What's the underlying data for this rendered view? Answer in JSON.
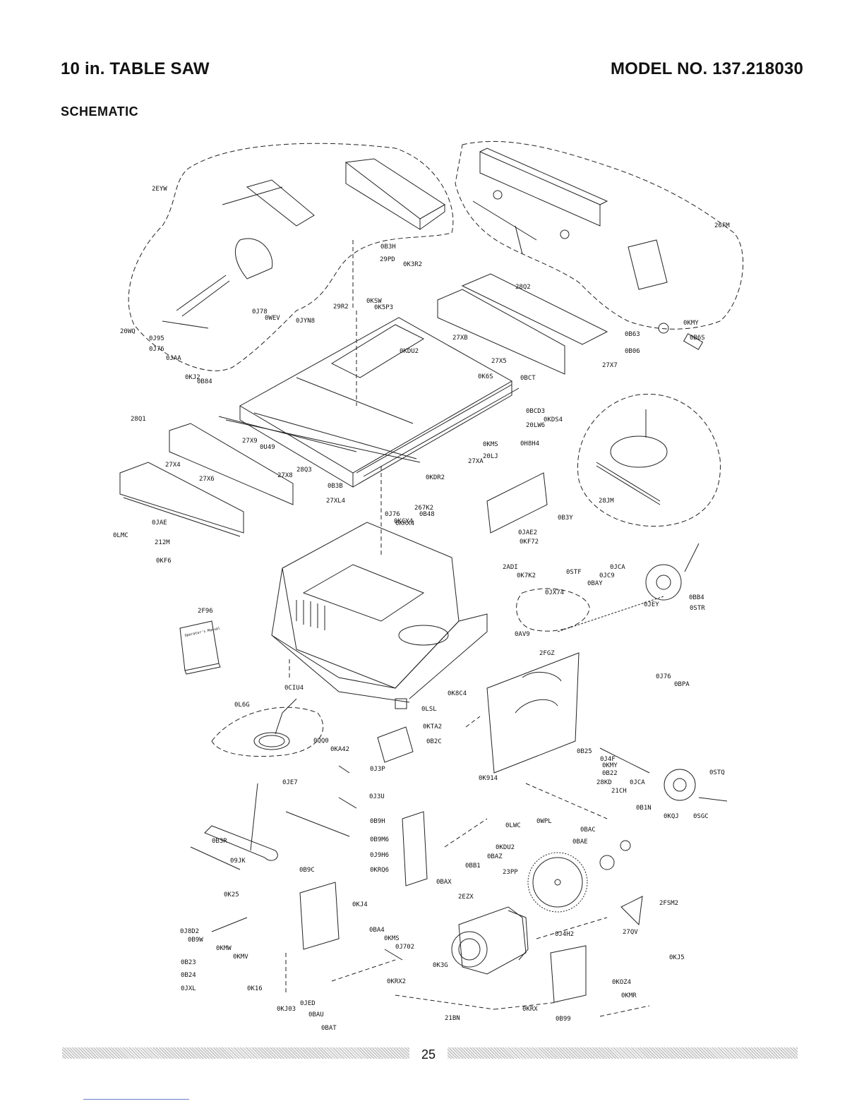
{
  "header": {
    "title": "10 in. TABLE SAW",
    "model": "MODEL NO. 137.218030"
  },
  "section": "SCHEMATIC",
  "manual_cover": {
    "text": "Operator's Manual"
  },
  "page_number": "25",
  "labels": [
    "2EYW",
    "26FM",
    "0B3H",
    "29PD",
    "0K3R2",
    "28Q2",
    "0KSW",
    "0K5P3",
    "29R2",
    "0J78",
    "0WEV",
    "0JYN8",
    "20WQ",
    "0J95",
    "0J76",
    "0JAA",
    "0KJ2",
    "0B84",
    "0KDU2",
    "27XB",
    "27X5",
    "0K6S",
    "0BCT",
    "0B63",
    "0B06",
    "27X7",
    "0KMY",
    "0B6S",
    "28Q1",
    "27X9",
    "0U49",
    "27X4",
    "27X6",
    "27X8",
    "28Q3",
    "0B3B",
    "0BCD3",
    "0KDS4",
    "20LW6",
    "0KMS",
    "20LJ",
    "0H8H4",
    "27XA",
    "0KDR2",
    "267K2",
    "0KCY4",
    "0J76",
    "0KRX4",
    "0B48",
    "27XL4",
    "0LMC",
    "0JAE",
    "212M",
    "0KF6",
    "0B3Y",
    "0JAE2",
    "0KF72",
    "2ADI",
    "0K7K2",
    "0STF",
    "0JCA",
    "0JC9",
    "0BAY",
    "0JX74",
    "0BB4",
    "0STR",
    "0JEY",
    "28JM",
    "2F96",
    "0AV9",
    "2FGZ",
    "0CIU4",
    "0L6G",
    "0K8C4",
    "0LSL",
    "0J76",
    "0BPA",
    "0KTA2",
    "0QQ0",
    "0KA42",
    "0B2C",
    "0J3P",
    "0B25",
    "0J4F",
    "0KMY",
    "0B22",
    "0JCA",
    "28KD",
    "21CH",
    "0STQ",
    "0K914",
    "0JE7",
    "0J3U",
    "0LWC",
    "0WPL",
    "0B1N",
    "0KQJ",
    "0SGC",
    "0B9H",
    "0B9M6",
    "0J9H6",
    "0KRQ6",
    "0B3R",
    "09JK",
    "0B9C",
    "0KDU2",
    "0BAZ",
    "0BB1",
    "0BAC",
    "0BAE",
    "0BAX",
    "23PP",
    "0K25",
    "0KJ4",
    "2EZX",
    "2FSM2",
    "27QV",
    "0J8D2",
    "0B9W",
    "0BA4",
    "0KMS",
    "0J702",
    "0KMW",
    "0KMV",
    "0J4H2",
    "0K3G",
    "0KJ5",
    "0B23",
    "0B24",
    "0JXL",
    "0K16",
    "0KRX2",
    "0KOZ4",
    "0JED",
    "0BAU",
    "0KJ03",
    "0BAT",
    "21BN",
    "0KRX",
    "0KMR",
    "0B99"
  ]
}
